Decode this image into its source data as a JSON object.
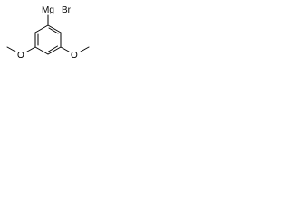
{
  "labels": {
    "metal": "Mg",
    "halide": "Br",
    "oxygen_left": "O",
    "oxygen_right": "O"
  }
}
